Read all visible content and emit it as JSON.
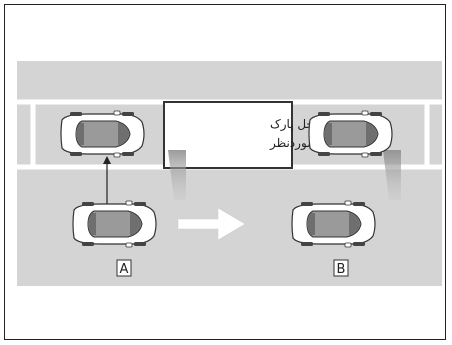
{
  "diagram": {
    "target_spot_label_line1": "محل پارک",
    "target_spot_label_line2": "موردنظر",
    "position_a_label": "A",
    "position_b_label": "B"
  },
  "colors": {
    "road": "#d2d2d2",
    "lane_line": "#ffffff",
    "car_body": "#ffffff",
    "car_dark": "#8c8c8c",
    "outline": "#333333"
  }
}
